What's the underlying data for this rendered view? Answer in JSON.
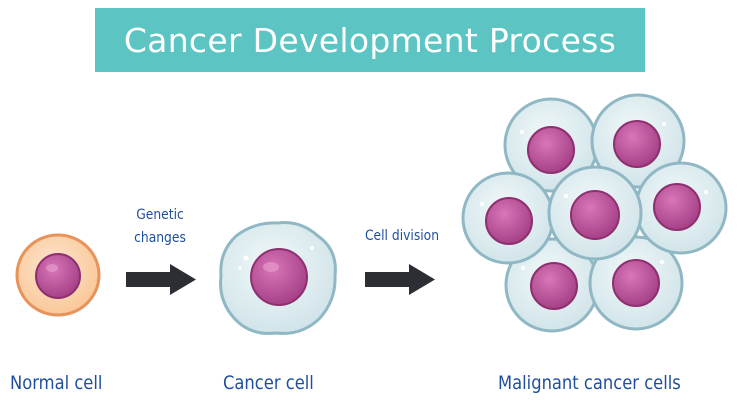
{
  "title": "Cancer Development Process",
  "stages": {
    "normal": "Normal cell",
    "cancer": "Cancer cell",
    "malignant": "Malignant cancer cells"
  },
  "arrows": {
    "genetic_line1": "Genetic",
    "genetic_line2": "changes",
    "division": "Cell division"
  },
  "colors": {
    "banner": "#5cc4c2",
    "label_text": "#1f4e9c",
    "normal_cell_fill": "#fcd3a8",
    "normal_cell_border": "#e8935a",
    "cancer_cell_fill": "#dfeef0",
    "cancer_cell_border": "#8fb8c4",
    "nucleus_fill": "#b3468f",
    "arrow": "#2b2f33"
  }
}
